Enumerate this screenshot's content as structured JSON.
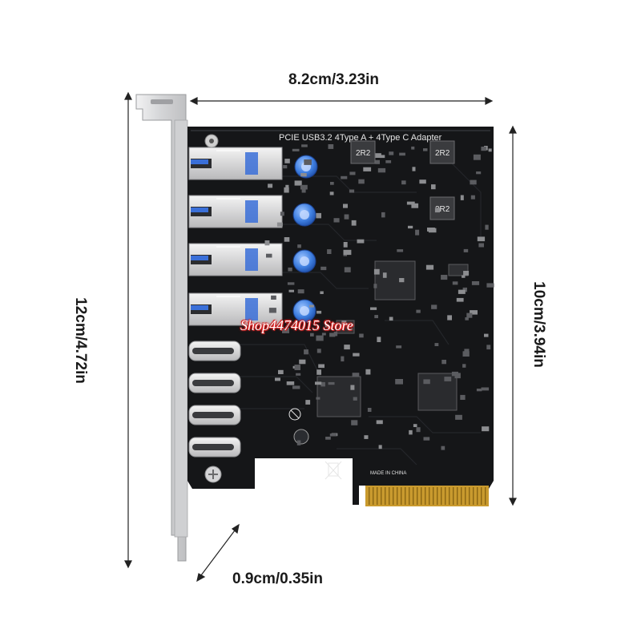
{
  "dimensions": {
    "width": "8.2cm/3.23in",
    "total_height": "12cm/4.72in",
    "board_height": "10cm/3.94in",
    "depth": "0.9cm/0.35in"
  },
  "board": {
    "silkscreen_title": "PCIE USB3.2 4Type A + 4Type C Adapter",
    "inductor_label": "2R2",
    "made_in": "MADE IN CHINA",
    "usb_a_port_count": 4,
    "usb_c_port_count": 4
  },
  "watermark": "Shop4474015 Store",
  "colors": {
    "pcb": "#151618",
    "bracket": "#d9dadc",
    "usb_a_insert": "#3a6fd8",
    "gold_fingers": "#c99a2e",
    "capacitor": "#3f7fe0"
  }
}
